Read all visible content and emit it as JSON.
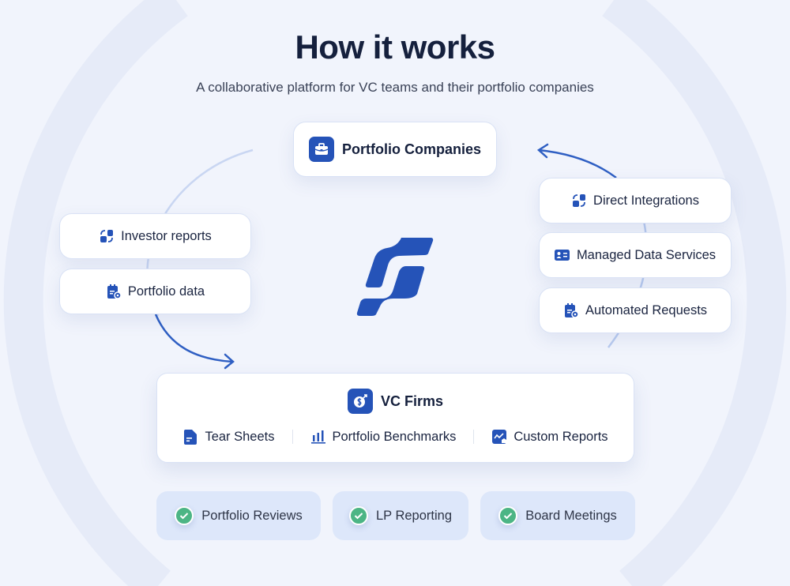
{
  "header": {
    "title": "How it works",
    "subtitle": "A collaborative platform for VC teams and their portfolio companies"
  },
  "portfolio_companies": {
    "label": "Portfolio Companies",
    "icon": "briefcase-icon"
  },
  "left_inputs": [
    {
      "label": "Investor reports",
      "icon": "sync-icon"
    },
    {
      "label": "Portfolio data",
      "icon": "calendar-clipboard-icon"
    }
  ],
  "right_inputs": [
    {
      "label": "Direct Integrations",
      "icon": "sync-icon"
    },
    {
      "label": "Managed Data Services",
      "icon": "id-card-icon"
    },
    {
      "label": "Automated Requests",
      "icon": "calendar-clipboard-icon"
    }
  ],
  "vc_firms": {
    "label": "VC Firms",
    "icon": "money-bag-icon",
    "features": [
      {
        "label": "Tear Sheets",
        "icon": "document-icon"
      },
      {
        "label": "Portfolio Benchmarks",
        "icon": "bar-chart-icon"
      },
      {
        "label": "Custom Reports",
        "icon": "chart-report-icon"
      }
    ]
  },
  "outcomes": [
    {
      "label": "Portfolio Reviews"
    },
    {
      "label": "LP Reporting"
    },
    {
      "label": "Board Meetings"
    }
  ],
  "colors": {
    "accent": "#2553b8",
    "check": "#4cb585",
    "background": "#f1f4fc",
    "pill": "#dde7fa"
  }
}
